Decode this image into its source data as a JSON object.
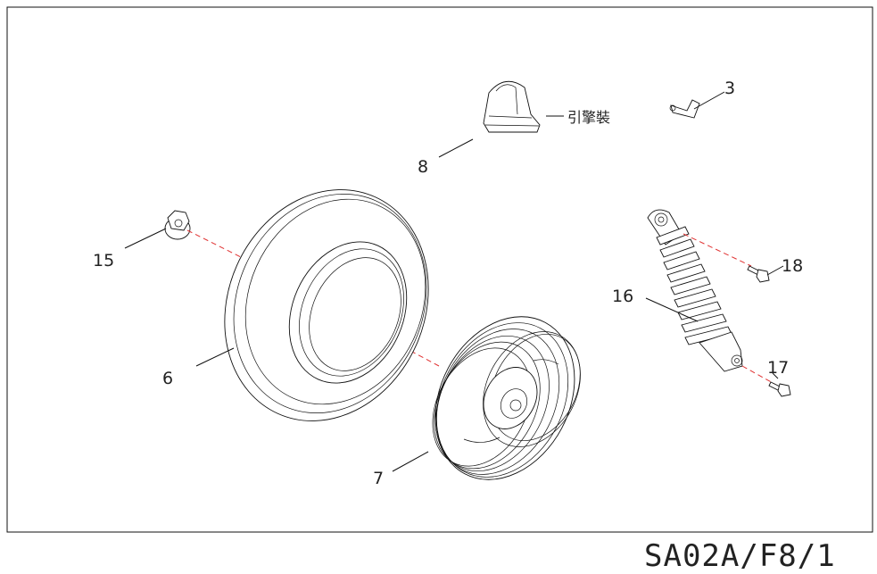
{
  "document_id": "SA02A/F8/1",
  "note_engine": "引擎裝",
  "callouts": {
    "c3": "3",
    "c6": "6",
    "c7": "7",
    "c8": "8",
    "c15": "15",
    "c16": "16",
    "c17": "17",
    "c18": "18"
  },
  "colors": {
    "line": "#111111",
    "axis": "#e03030",
    "background": "#ffffff"
  }
}
